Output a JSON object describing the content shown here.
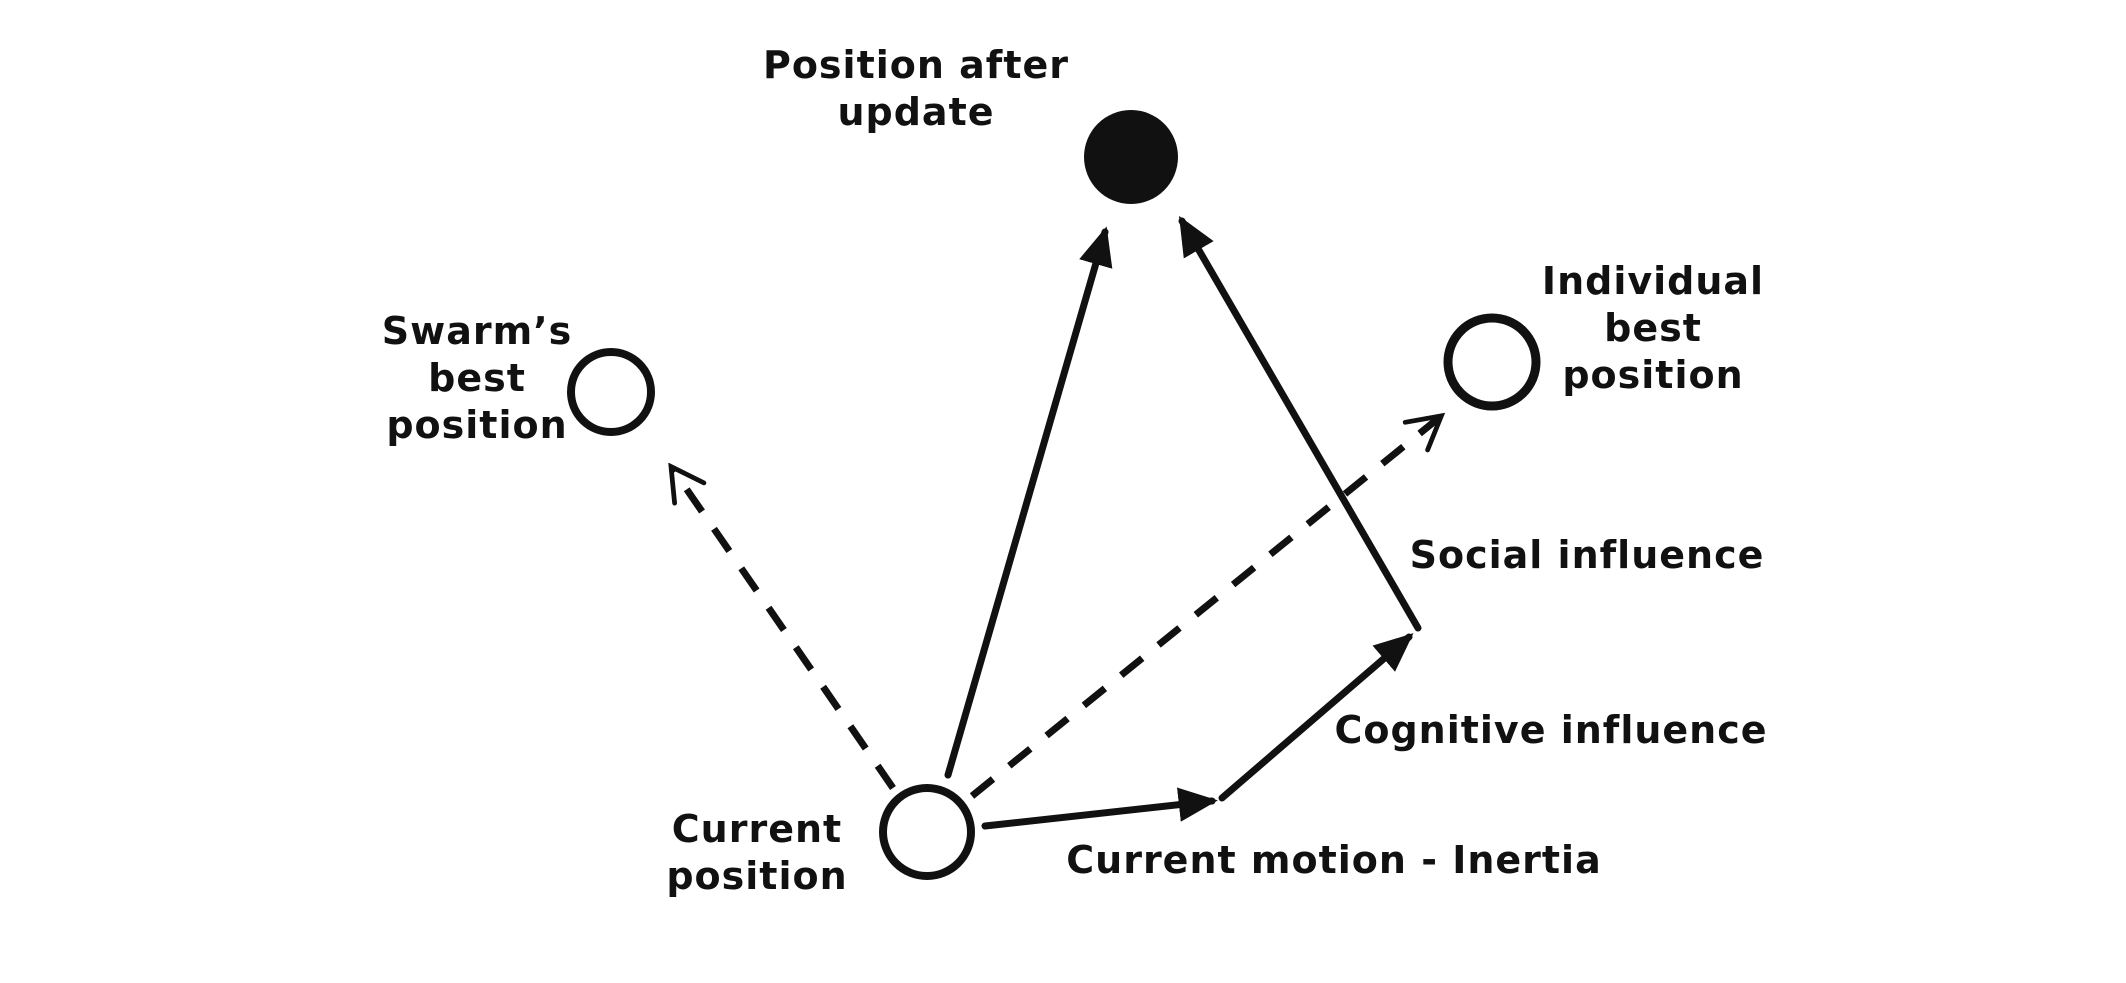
{
  "colors": {
    "background": "#ffffff",
    "ink": "#111111"
  },
  "diagram_type": "particle-swarm-optimization-vector-update",
  "nodes": {
    "position_after_update": {
      "marker": "filled-circle",
      "label_lines": [
        "Position after",
        "update"
      ]
    },
    "swarm_best": {
      "marker": "open-circle",
      "label_lines": [
        "Swarm’s",
        "best",
        "position"
      ]
    },
    "individual_best": {
      "marker": "open-circle",
      "label_lines": [
        "Individual",
        "best",
        "position"
      ]
    },
    "current_position": {
      "marker": "open-circle",
      "label_lines": [
        "Current",
        "position"
      ]
    }
  },
  "edges": {
    "velocity_update": {
      "from": "current_position",
      "to": "position_after_update",
      "style": "solid",
      "label": ""
    },
    "inertia": {
      "from": "current_position",
      "to": "inertia_tip",
      "style": "solid",
      "label": "Current motion - Inertia"
    },
    "cognitive": {
      "from": "inertia_tip",
      "to": "cognitive_vertex",
      "style": "solid",
      "label": "Cognitive influence"
    },
    "social": {
      "from": "cognitive_vertex",
      "to": "position_after_update",
      "style": "solid",
      "label": "Social influence"
    },
    "to_swarm_best": {
      "from": "current_position",
      "to": "swarm_best",
      "style": "dashed",
      "label": ""
    },
    "to_individual_best": {
      "from": "current_position",
      "to": "individual_best",
      "style": "dashed",
      "label": ""
    }
  }
}
